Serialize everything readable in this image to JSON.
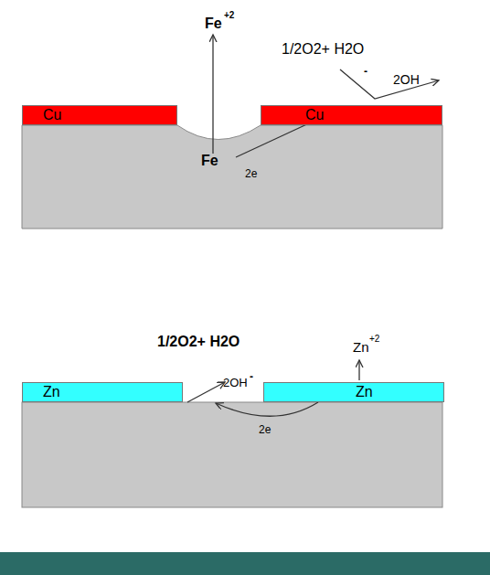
{
  "diagram": {
    "nodes": [
      {
        "text": [
          "Cu"
        ]
      },
      {
        "text": [
          "Cu"
        ]
      },
      {
        "text": [
          "Zn"
        ]
      },
      {
        "text": [
          "Zn"
        ]
      }
    ],
    "labels": [
      "Fe",
      "+2",
      "1/2O2+ H2O",
      "-",
      "2OH",
      "Fe",
      "2e",
      "1/2O2+ H2O",
      "2OH",
      "-",
      "Zn",
      "+2",
      "2e"
    ]
  }
}
